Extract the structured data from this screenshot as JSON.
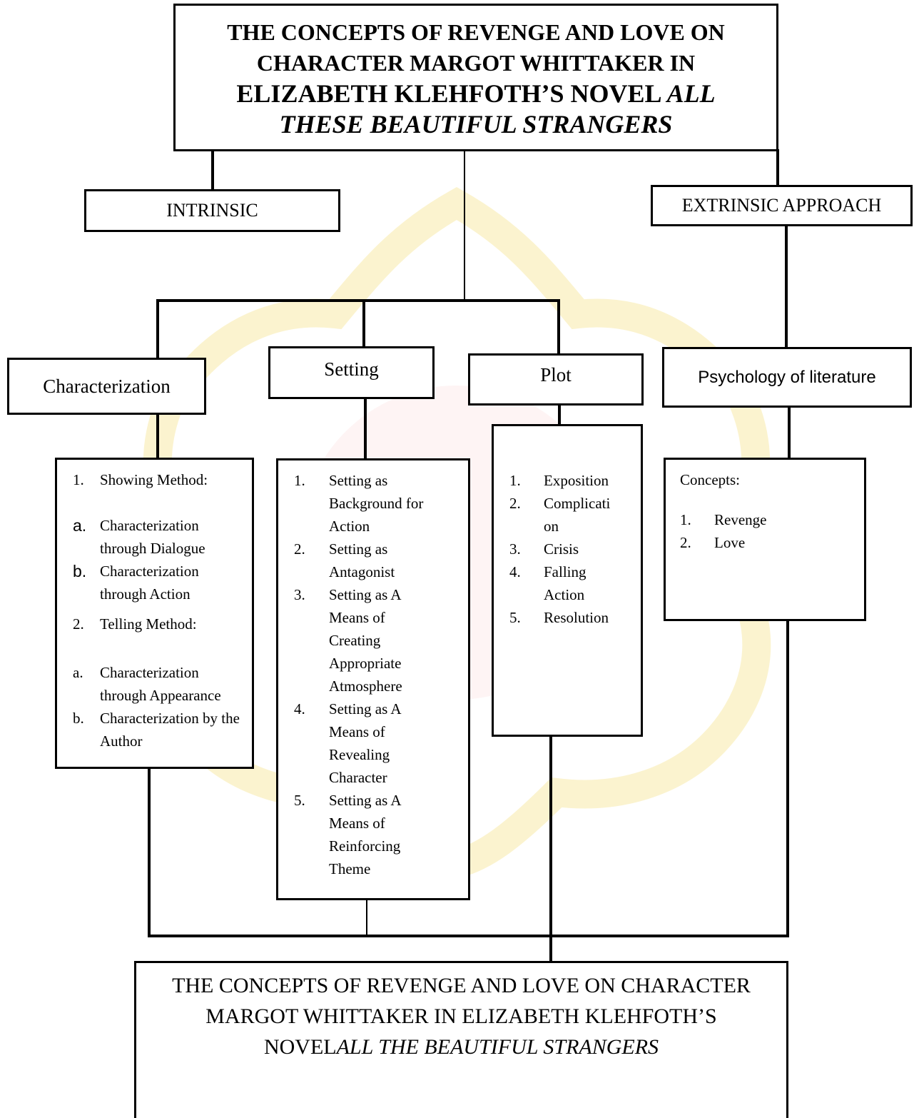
{
  "top_title": {
    "line1": "THE CONCEPTS OF REVENGE AND LOVE ON",
    "line2": "CHARACTER MARGOT WHITTAKER IN",
    "line3_plain": "ELIZABETH KLEHFOTH’S NOVEL ",
    "line3_italic": "ALL",
    "line4_italic": "THESE BEAUTIFUL STRANGERS"
  },
  "intrinsic": {
    "label": "INTRINSIC"
  },
  "extrinsic": {
    "label": "EXTRINSIC APPROACH"
  },
  "categories": {
    "characterization": "Characterization",
    "setting": "Setting",
    "plot": "Plot",
    "psychology": "Psychology of literature"
  },
  "characterization_list": [
    {
      "num": "1.",
      "text": "Showing Method:"
    },
    {
      "num": "a.",
      "text": "Characterization through Dialogue"
    },
    {
      "num": "b.",
      "text": "Characterization through Action"
    },
    {
      "num": "2.",
      "text": "Telling Method:"
    },
    {
      "num": "a.",
      "text": "Characterization through Appearance"
    },
    {
      "num": "b.",
      "text": "Characterization  by the Author"
    }
  ],
  "setting_list": [
    {
      "num": "1.",
      "text": "Setting as Background for Action"
    },
    {
      "num": "2.",
      "text": "Setting as Antagonist"
    },
    {
      "num": "3.",
      "text": "Setting as A Means of Creating Appropriate Atmosphere"
    },
    {
      "num": "4.",
      "text": "Setting as A Means of Revealing Character"
    },
    {
      "num": "5.",
      "text": "Setting as A Means of Reinforcing Theme"
    }
  ],
  "plot_list": [
    {
      "num": "1.",
      "text": "Exposition"
    },
    {
      "num": "2.",
      "text": "Complicati on"
    },
    {
      "num": "3.",
      "text": "Crisis"
    },
    {
      "num": "4.",
      "text": "Falling Action"
    },
    {
      "num": "5.",
      "text": "Resolution"
    }
  ],
  "concepts": {
    "heading": "Concepts:",
    "items": [
      {
        "num": "1.",
        "text": "Revenge"
      },
      {
        "num": "2.",
        "text": "Love"
      }
    ]
  },
  "bottom_title": {
    "line1": "THE CONCEPTS OF REVENGE AND LOVE ON CHARACTER",
    "line2": "MARGOT WHITTAKER IN ELIZABETH KLEHFOTH’S",
    "line3_plain": "NOVEL",
    "line3_italic": "ALL THE BEAUTIFUL STRANGERS"
  },
  "colors": {
    "border": "#000000",
    "watermark_yellow": "#f7e9a8",
    "watermark_pink": "#f6c9c9"
  }
}
